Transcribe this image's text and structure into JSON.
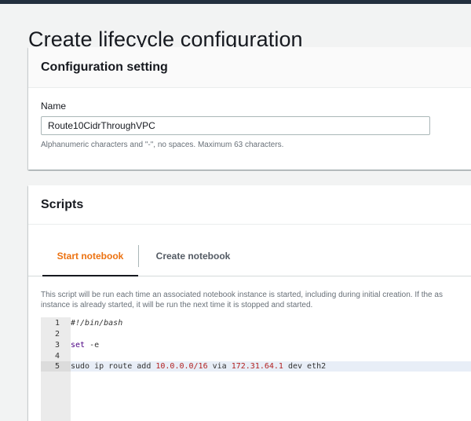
{
  "page": {
    "title": "Create lifecycle configuration"
  },
  "config": {
    "header": "Configuration setting",
    "name_label": "Name",
    "name_value": "Route10CidrThroughVPC",
    "name_hint": "Alphanumeric characters and \"-\", no spaces. Maximum 63 characters."
  },
  "scripts": {
    "header": "Scripts",
    "tabs": [
      {
        "label": "Start notebook",
        "active": true
      },
      {
        "label": "Create notebook",
        "active": false
      }
    ],
    "description": "This script will be run each time an associated notebook instance is started, including during initial creation. If the associated notebook instance is already started, it will be run the next time it is stopped and started.",
    "description_line1": "This script will be run each time an associated notebook instance is started, including during initial creation. If the as",
    "description_line2": "instance is already started, it will be run the next time it is stopped and started.",
    "code": [
      {
        "n": "1",
        "text": "#!/bin/bash"
      },
      {
        "n": "2",
        "text": ""
      },
      {
        "n": "3",
        "text_a": "set ",
        "text_b": "-e"
      },
      {
        "n": "4",
        "text": ""
      },
      {
        "n": "5",
        "parts": [
          "sudo ip route add ",
          "10.0.0.0/16",
          " via ",
          "172.31.64.1",
          " dev eth2"
        ]
      }
    ]
  },
  "colors": {
    "accent": "#ec7211",
    "topbar": "#232f3e",
    "page_bg": "#f2f3f3"
  }
}
